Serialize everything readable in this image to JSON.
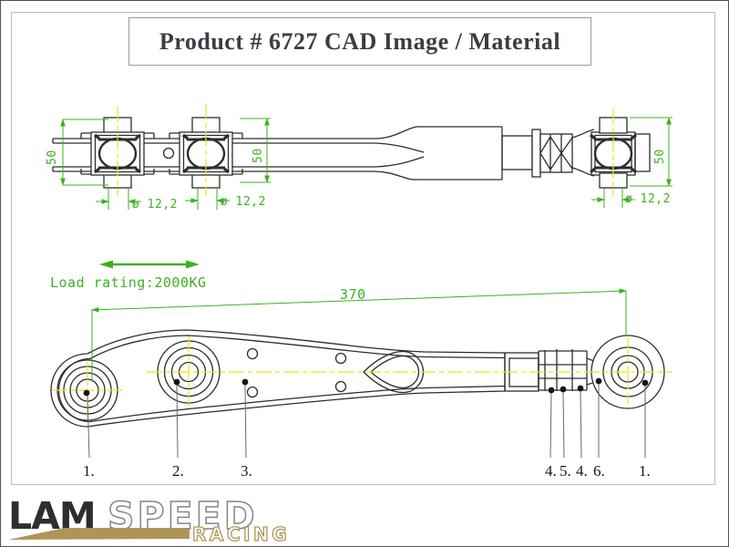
{
  "title": "Product # 6727 CAD Image / Material",
  "colors": {
    "green": "#3cb11f",
    "yellow": "#f0e312",
    "ink": "#2d2d2d",
    "gold": "#ae9559",
    "logo-dark": "#2e2e31",
    "logo-gray": "#84858a",
    "leader": "#6a6a6a",
    "label": "#161616"
  },
  "top_view": {
    "height_dim_left": "50",
    "height_dim_mid": "50",
    "height_dim_right": "50",
    "dia_dim_left": "ø 12,2",
    "dia_dim_mid": "ø 12,2",
    "dia_dim_right": "ø 12,2"
  },
  "load_rating": "Load rating:2000KG",
  "bottom_view": {
    "length_dim": "370",
    "part_labels": [
      "1.",
      "2.",
      "3.",
      "4.",
      "5.",
      "4.",
      "6.",
      "1."
    ]
  },
  "logo": {
    "lam": "LAM",
    "speed": "SPEED",
    "racing": "RACING"
  }
}
